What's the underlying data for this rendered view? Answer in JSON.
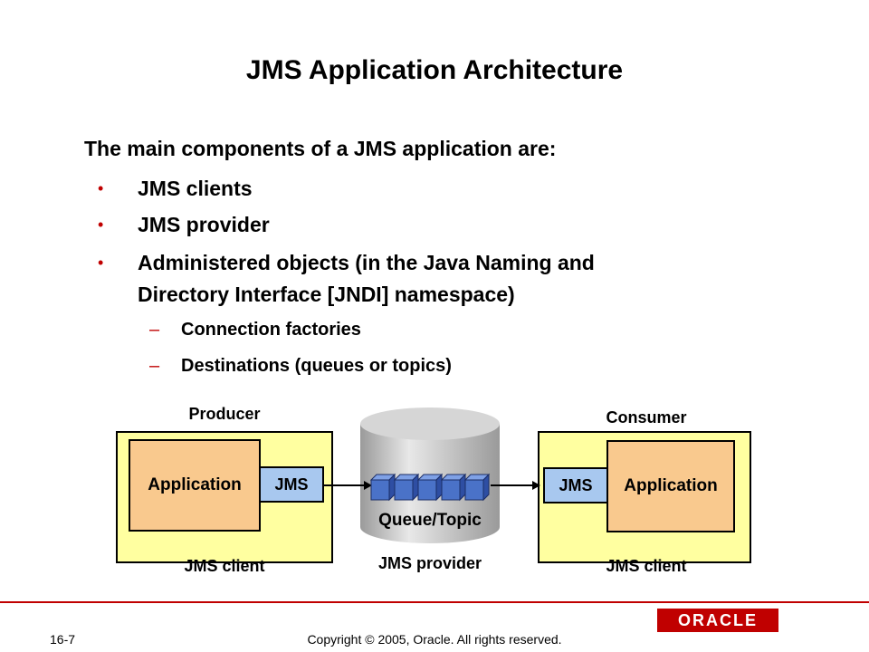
{
  "title": "JMS Application Architecture",
  "intro": "The main components of a JMS application are:",
  "bullet_char": "•",
  "dash_char": "–",
  "bullets": [
    {
      "text": "JMS clients"
    },
    {
      "text": "JMS provider"
    },
    {
      "text": "Administered objects (in the Java Naming and",
      "text2": "Directory Interface [JNDI] namespace)"
    }
  ],
  "sub_bullets": [
    {
      "text": "Connection factories"
    },
    {
      "text": "Destinations (queues or topics)"
    }
  ],
  "diagram": {
    "producer": {
      "heading": "Producer",
      "app": "Application",
      "jms": "JMS",
      "footer": "JMS client"
    },
    "consumer": {
      "heading": "Consumer",
      "app": "Application",
      "jms": "JMS",
      "footer": "JMS client"
    },
    "provider": {
      "cylinder_label": "Queue/Topic",
      "footer": "JMS provider"
    },
    "colors": {
      "client_box": "#ffffa0",
      "app_box": "#f9c98e",
      "jms_box": "#a8c8ef",
      "cube_face": "#4a72c8"
    }
  },
  "footer": {
    "page": "16-7",
    "copyright": "Copyright © 2005, Oracle.  All rights reserved.",
    "logo": "ORACLE"
  }
}
